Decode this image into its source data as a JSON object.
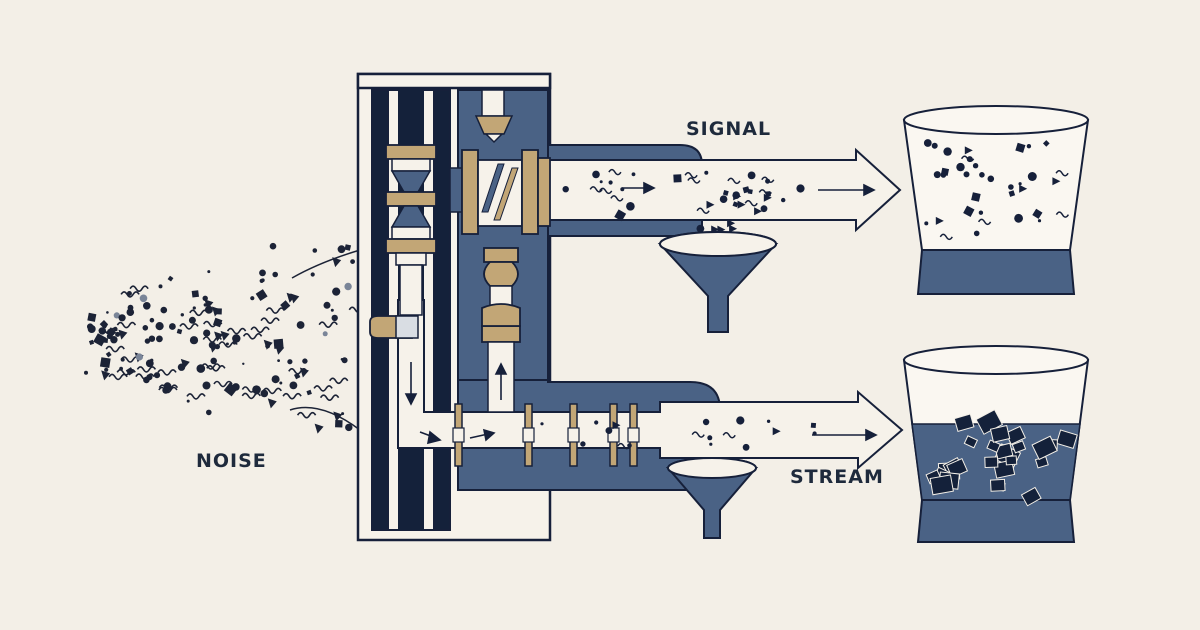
{
  "labels": {
    "noise": "NOISE",
    "signal": "SIGNAL",
    "stream": "STREAM"
  },
  "colors": {
    "background": "#f3efe7",
    "ink": "#16203a",
    "navy": "#4a6285",
    "dark_navy": "#14213a",
    "gold": "#c2a676",
    "light_fill": "#f1ede4",
    "particle": "#1c2336",
    "grey_particle": "#7a8598"
  },
  "icons": [
    "noise-particle-cloud",
    "separator-machine",
    "valve-icon",
    "gear-filter-icon",
    "funnel-icon",
    "arrow-icon",
    "collection-cup-icon"
  ]
}
